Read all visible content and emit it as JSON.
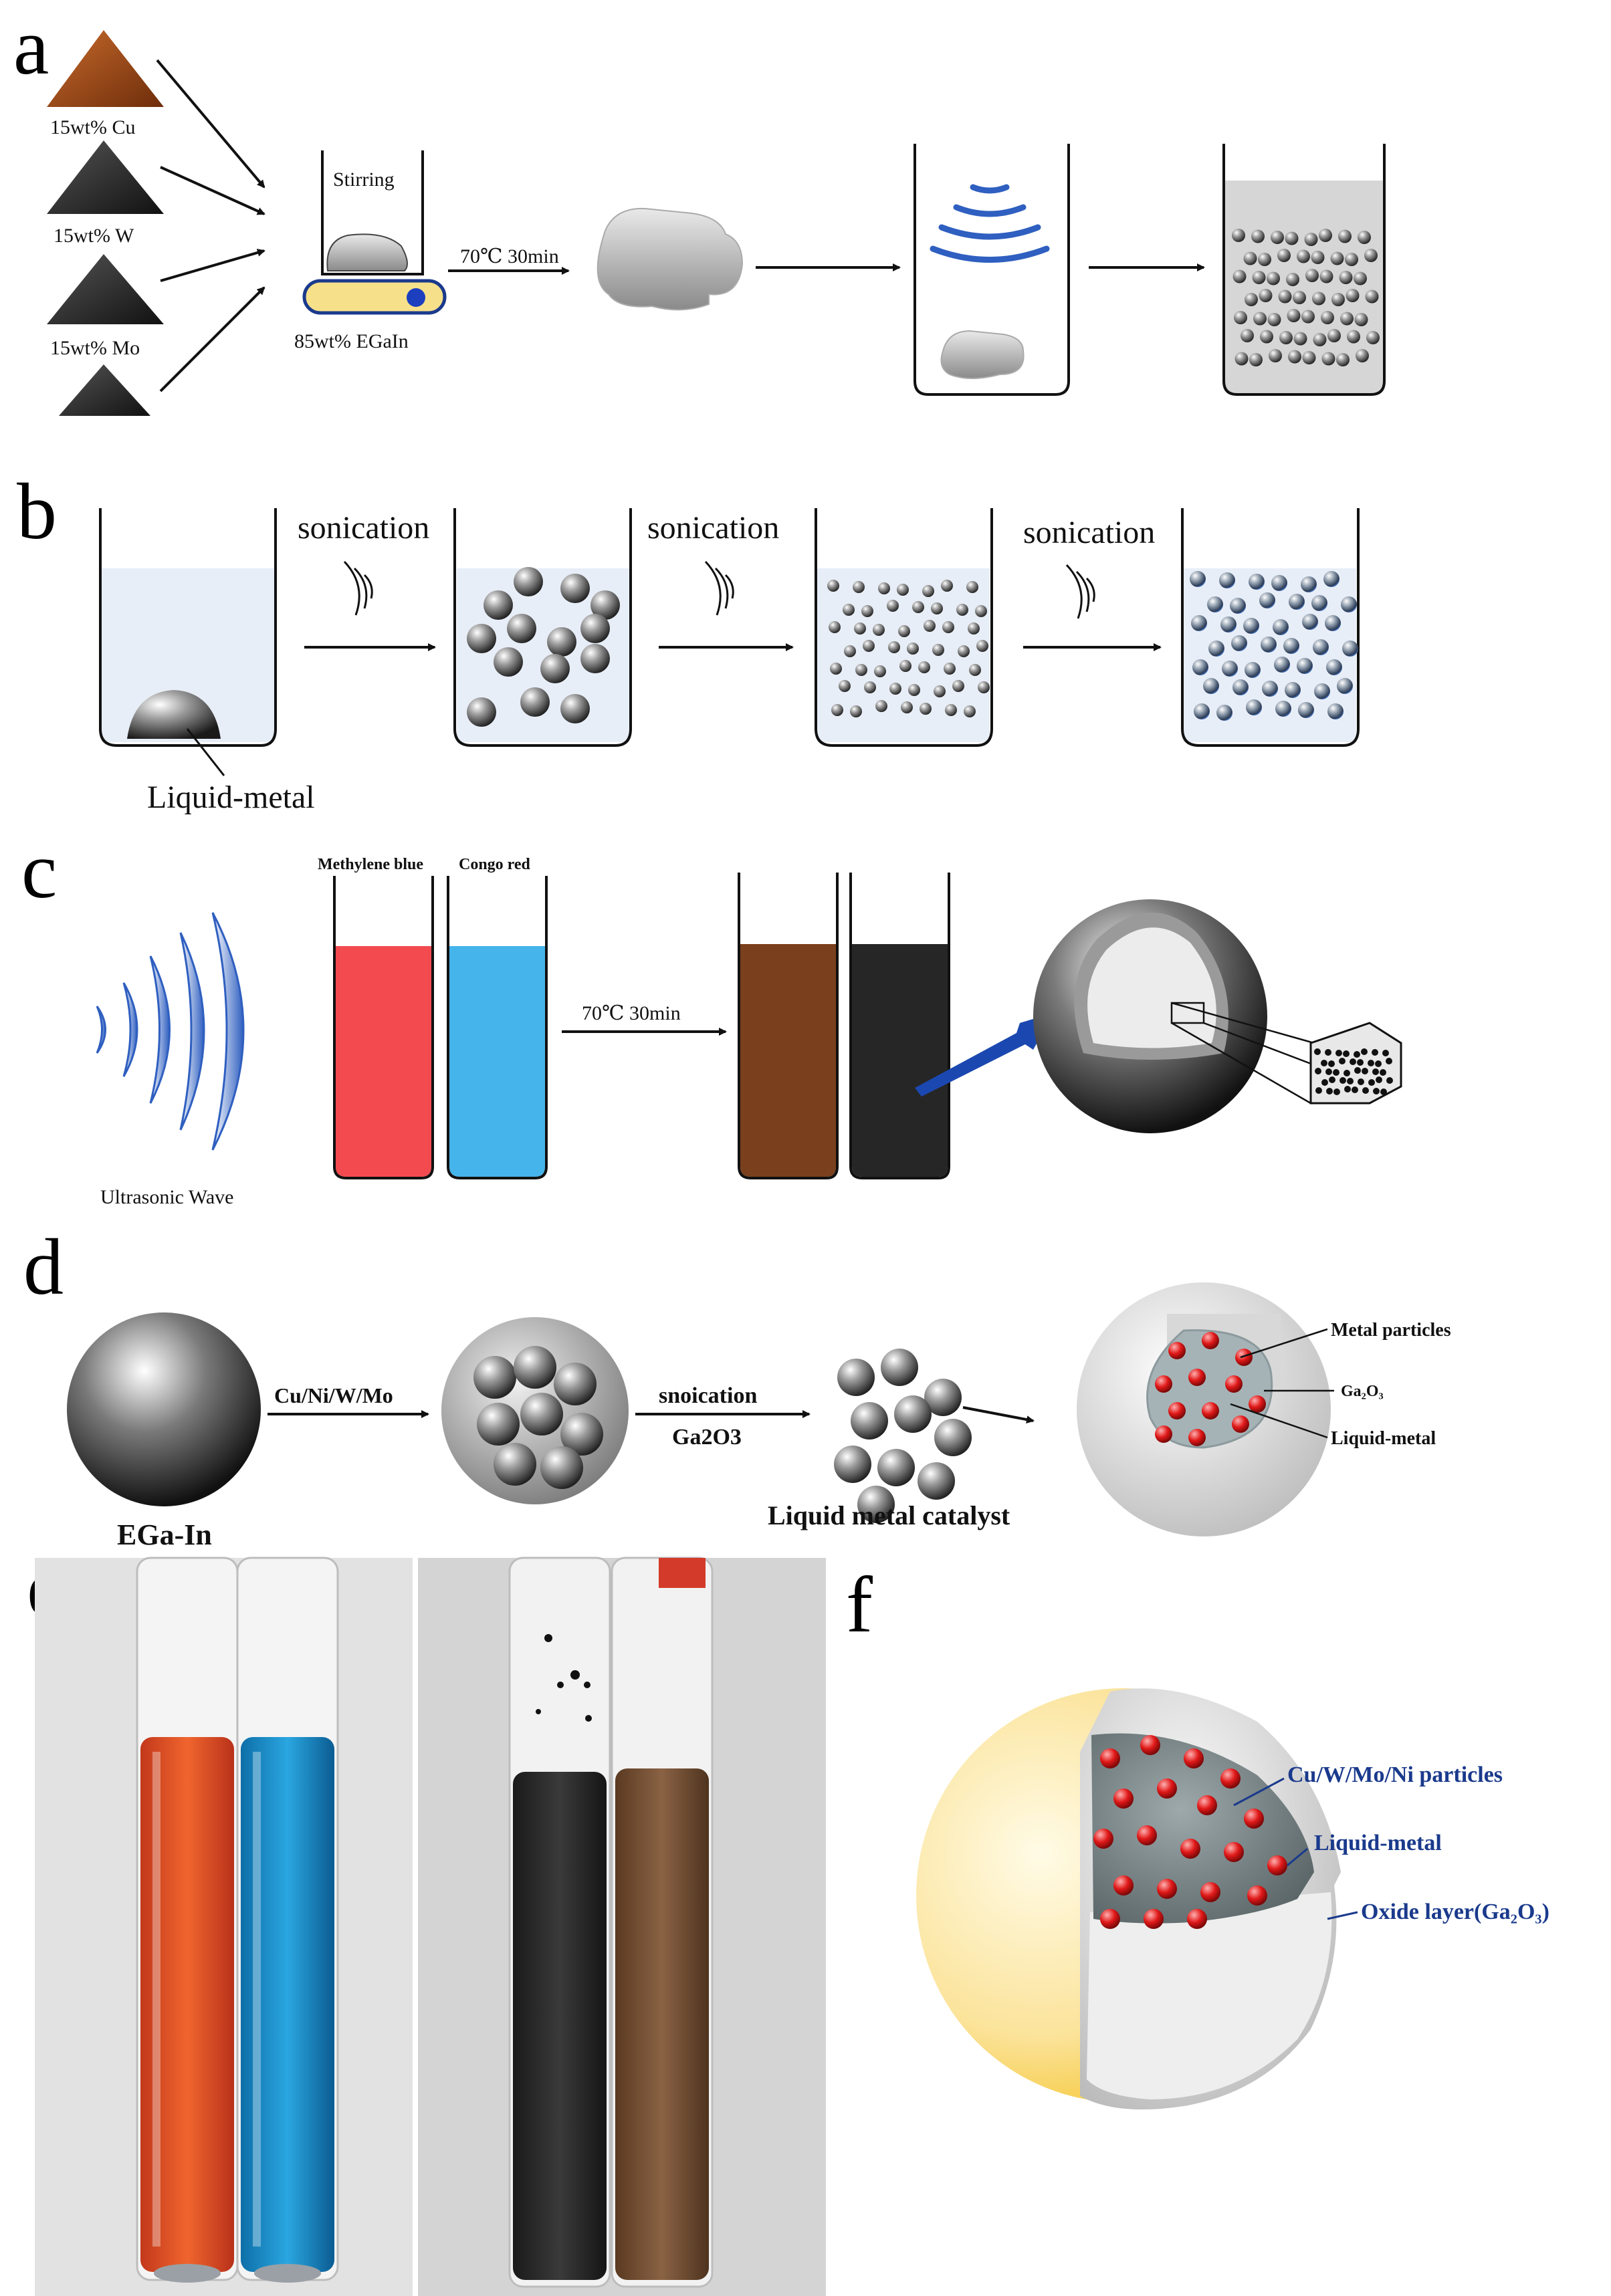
{
  "panels": {
    "a": {
      "letter": "a",
      "inputs": [
        "15wt% Cu",
        "15wt% W",
        "15wt% Mo"
      ],
      "stirring": "Stirring",
      "egain": "85wt% EGaIn",
      "condition": "70℃ 30min"
    },
    "b": {
      "letter": "b",
      "step_labels": [
        "sonication",
        "sonication",
        "sonication"
      ],
      "liquid_metal": "Liquid-metal"
    },
    "c": {
      "letter": "c",
      "dye1": "Methylene blue",
      "dye2": "Congo red",
      "condition": "70℃ 30min",
      "wave": "Ultrasonic Wave"
    },
    "d": {
      "letter": "d",
      "arrow1": "Cu/Ni/W/Mo",
      "arrow2_top": "snoication",
      "arrow2_bottom": "Ga2O3",
      "egain": "EGa-In",
      "catalyst": "Liquid metal catalyst",
      "callouts": [
        "Metal particles",
        "Ga₂O₃",
        "Liquid-metal"
      ]
    },
    "e": {
      "letter": "e"
    },
    "f": {
      "letter": "f",
      "callouts": [
        "Cu/W/Mo/Ni particles",
        "Liquid-metal",
        "Oxide layer(Ga₂O₃)"
      ]
    }
  },
  "colors": {
    "copper": "#b5581f",
    "metal_dark": "#2a2a2a",
    "liquid_blue": "#e6ecf6",
    "dye_red": "#f24a4f",
    "dye_blue": "#45b4ea",
    "brown": "#7a3f1c",
    "black": "#262626",
    "wave_blue": "#2f5fc0",
    "particle_red": "#e01818",
    "shell_yellow": "#f6c21a",
    "label_blue": "#1a3a8c"
  }
}
